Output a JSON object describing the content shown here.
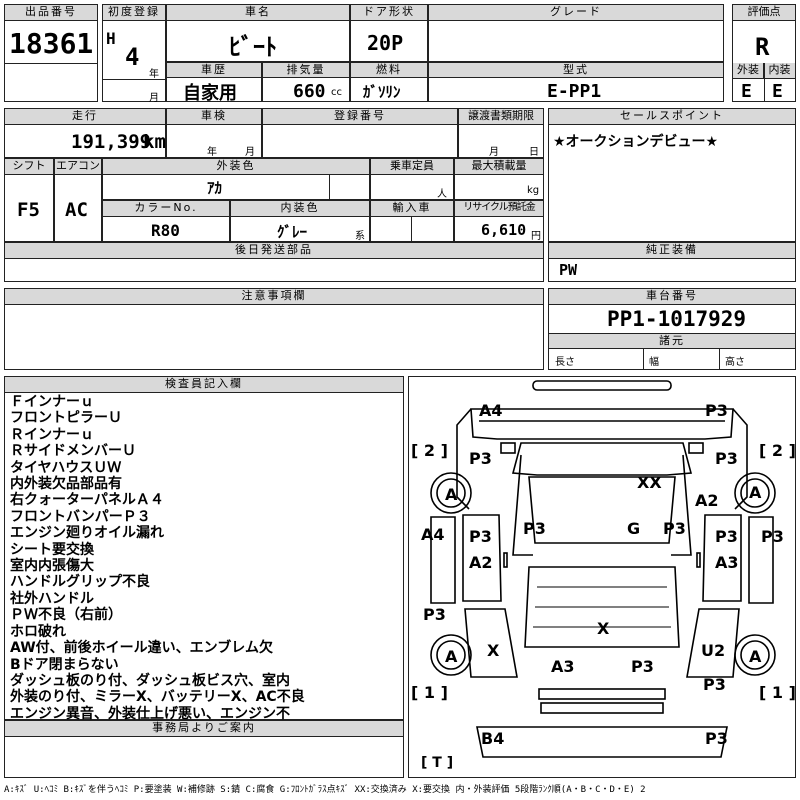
{
  "header": {
    "lot_label": "出品番号",
    "lot_number": "18361",
    "first_reg_label": "初度登録",
    "era": "H",
    "year_value": "4",
    "year_unit": "年",
    "month_unit": "月",
    "car_name_label": "車名",
    "car_name": "ﾋﾞｰﾄ",
    "door_label": "ドア形状",
    "door": "20P",
    "grade_label": "グレード",
    "grade": "",
    "score_label": "評価点",
    "score": "R",
    "history_label": "車歴",
    "history": "自家用",
    "displacement_label": "排気量",
    "displacement": "660",
    "displacement_unit": "cc",
    "fuel_label": "燃料",
    "fuel": "ｶﾞｿﾘﾝ",
    "model_label": "型式",
    "model": "E-PP1",
    "ext_label": "外装",
    "ext": "E",
    "int_label": "内装",
    "int": "E"
  },
  "row2": {
    "mileage_label": "走行",
    "mileage": "191,399",
    "mileage_unit": "km",
    "inspection_label": "車検",
    "insp_year_unit": "年",
    "insp_month_unit": "月",
    "reg_no_label": "登録番号",
    "transfer_label": "譲渡書類期限",
    "transfer_month_unit": "月",
    "transfer_day_unit": "日",
    "sales_point_label": "セールスポイント",
    "sales_point": "★オークションデビュー★"
  },
  "row3": {
    "shift_label": "シフト",
    "shift": "F5",
    "ac_label": "エアコン",
    "ac": "AC",
    "ext_color_label": "外装色",
    "ext_color": "ｱｶ",
    "capacity_label": "乗車定員",
    "capacity_unit": "人",
    "max_load_label": "最大積載量",
    "max_load_unit": "kg",
    "color_no_label": "カラーNo.",
    "color_no": "R80",
    "int_color_label": "内装色",
    "int_color": "ｸﾞﾚｰ",
    "int_color_unit": "系",
    "import_label": "輸入車",
    "recycle_label": "リサイクル預託金",
    "recycle": "6,610",
    "recycle_unit": "円"
  },
  "row4": {
    "later_parts_label": "後日発送部品",
    "genuine_label": "純正装備",
    "genuine": "PW"
  },
  "row5": {
    "caution_label": "注意事項欄",
    "chassis_label": "車台番号",
    "chassis": "PP1-1017929",
    "specs_label": "諸元",
    "length_label": "長さ",
    "width_label": "幅",
    "height_label": "高さ"
  },
  "inspector": {
    "label": "検査員記入欄",
    "lines": [
      "Ｆインナーｕ",
      "フロントピラーＵ",
      "Ｒインナーｕ",
      "ＲサイドメンバーＵ",
      "タイヤハウスＵＷ",
      "内外装欠品部品有",
      "右クォーターパネルＡ４",
      "フロントバンパーＰ３",
      "エンジン廻りオイル漏れ",
      "シート要交換",
      "室内内張傷大",
      "ハンドルグリップ不良",
      "社外ハンドル",
      "ＰＷ不良（右前）",
      "ホロ破れ",
      "AW付、前後ホイール違い、エンブレム欠",
      "Bドア閉まらない",
      "ダッシュ板のり付、ダッシュ板ビス穴、室内",
      "外装のり付、ミラーX、バッテリーX、AC不良",
      "エンジン異音、外装仕上げ悪い、エンジン不"
    ]
  },
  "office": {
    "label": "事務局よりご案内"
  },
  "diagram": {
    "marks": {
      "a4_top": "A4",
      "p3_top": "P3",
      "bracket_l_top": "[ 2 ]",
      "bracket_r_top": "[ 2 ]",
      "p3_fl": "P3",
      "p3_fr": "P3",
      "a_fl": "A",
      "a_fr": "A",
      "xx": "XX",
      "a2_fr": "A2",
      "a4_l": "A4",
      "p3_lc": "P3",
      "p3_mid_l": "P3",
      "g": "G",
      "p3_mid_r": "P3",
      "p3_rc": "P3",
      "p3_r": "P3",
      "a2_l": "A2",
      "a3_r": "A3",
      "p3_l_low": "P3",
      "x_center": "X",
      "a_rl": "A",
      "x_rl": "X",
      "u2": "U2",
      "a_rr": "A",
      "a3_bottom": "A3",
      "p3_bottom": "P3",
      "bracket_l_bot": "[ 1 ]",
      "bracket_r_bot": "[ 1 ]",
      "p3_rr": "P3",
      "b4": "B4",
      "p3_rear": "P3",
      "trunk": "[ T ]"
    }
  },
  "legend": "A:ｷｽﾞ U:ﾍｺﾐ B:ｷｽﾞを伴うﾍｺﾐ P:要塗装 W:補修跡 S:錆 C:腐食 G:ﾌﾛﾝﾄｶﾞﾗｽ点ｷｽﾞ XX:交換済み X:要交換 内・外装評価 5段階ﾗﾝｸ順(A・B・C・D・E) 2"
}
